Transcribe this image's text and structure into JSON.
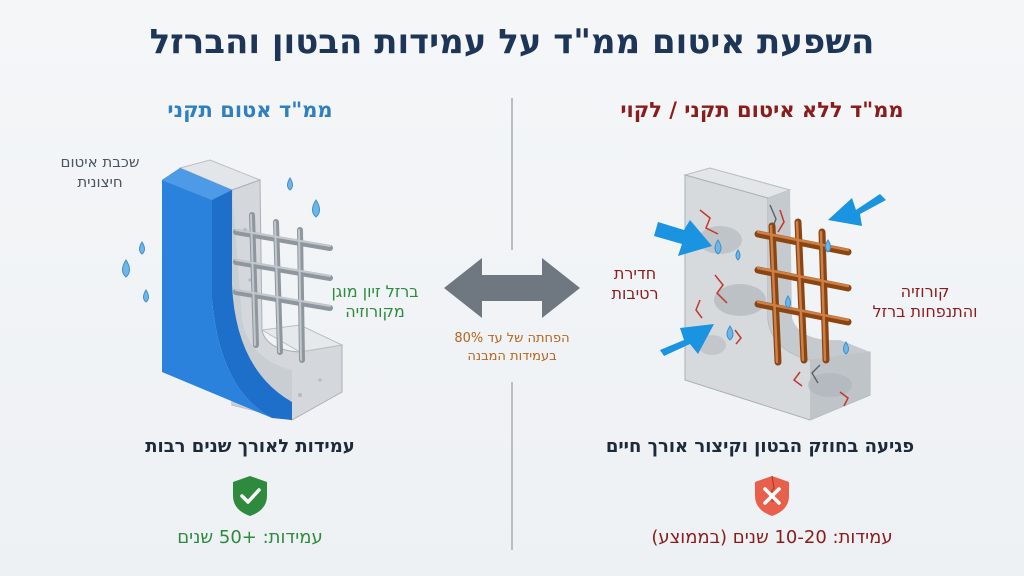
{
  "title": "השפעת איטום ממ\"ד על עמידות הבטון והברזל",
  "left": {
    "heading": "ממ\"ד אטום תקני",
    "membrane_label_line1": "שכבת איטום",
    "membrane_label_line2": "חיצונית",
    "rebar_label_line1": "ברזל זיון מוגן",
    "rebar_label_line2": "מקורוזיה",
    "outcome": "עמידות לאורך שנים רבות",
    "lifespan": "עמידות: +50 שנים",
    "badge_icon": "check-shield-icon"
  },
  "right": {
    "heading": "ממ\"ד ללא איטום תקני / לקוי",
    "moisture_label_line1": "חדירת",
    "moisture_label_line2": "רטיבות",
    "corrosion_label_line1": "קורוזיה",
    "corrosion_label_line2": "והתנפחות ברזל",
    "outcome": "פגיעה בחוזק הבטון וקיצור אורך חיים",
    "lifespan": "עמידות: 10-20 שנים (בממוצע)",
    "badge_icon": "x-shield-icon"
  },
  "center": {
    "reduction_line1": "הפחתה של עד 80%",
    "reduction_line2": "בעמידות המבנה"
  },
  "colors": {
    "title": "#1d3557",
    "left_heading": "#2f7fc1",
    "right_heading": "#8b1c1c",
    "good_green": "#2e8b3e",
    "bad_red": "#c0392b",
    "membrane_blue": "#1e6fc9",
    "rust": "#a0522d",
    "reduction_text": "#b5651d"
  }
}
